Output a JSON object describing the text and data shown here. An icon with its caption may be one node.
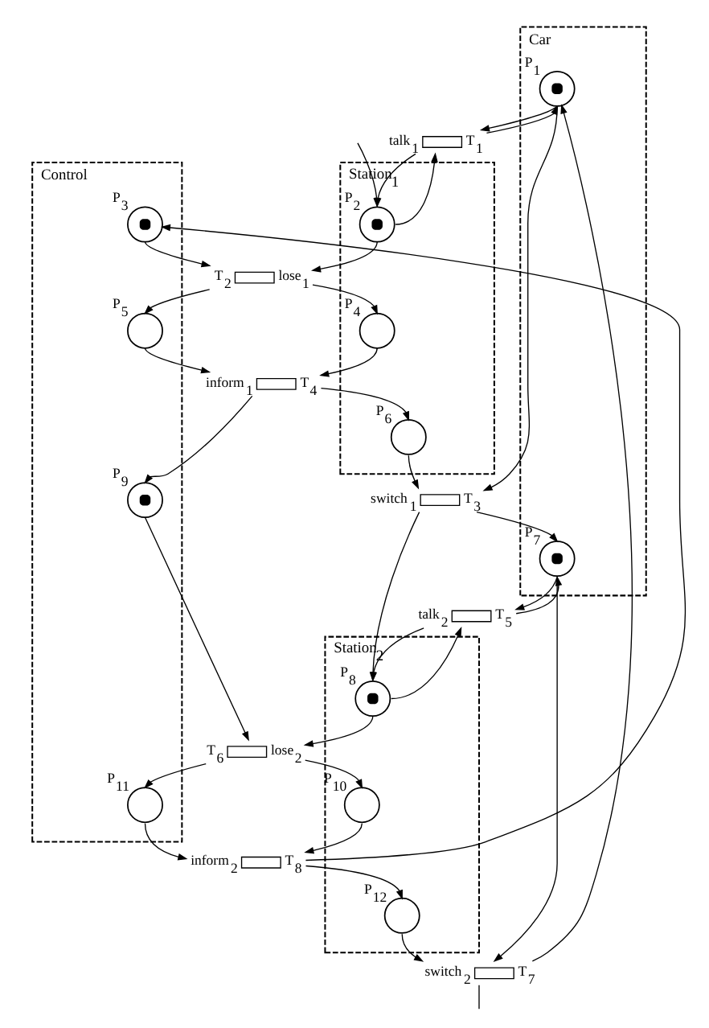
{
  "diagram": {
    "nodes": [
      {
        "text": [
          "Car"
        ]
      },
      {
        "text": [
          "Station$_{1}$"
        ]
      },
      {
        "text": [
          "Control"
        ]
      },
      {
        "text": [
          "Station$_{2}$"
        ]
      },
      {
        "text": [],
        "shape": "bullseye",
        "beside": [
          "P$_{1}$"
        ],
        "in": 0
      },
      {
        "text": [],
        "shape": "box",
        "beside": [
          "talk$_{1}$",
          "T$_{1}$"
        ]
      },
      {
        "text": [],
        "shape": "bullseye",
        "beside": [
          "P$_{2}$"
        ],
        "in": 1
      },
      {
        "text": [],
        "shape": "bullseye",
        "beside": [
          "P$_{3}$"
        ],
        "in": 2
      },
      {
        "text": [],
        "shape": "box",
        "beside": [
          "T$_{2}$",
          "lose$_{1}$"
        ]
      },
      {
        "text": [],
        "shape": "circle",
        "beside": [
          "P$_{4}$"
        ],
        "in": 1
      },
      {
        "text": [],
        "shape": "circle",
        "beside": [
          "P$_{5}$"
        ],
        "in": 2
      },
      {
        "text": [],
        "shape": "box",
        "beside": [
          "inform$_{1}$",
          "T$_{4}$"
        ]
      },
      {
        "text": [],
        "shape": "circle",
        "beside": [
          "P$_{6}$"
        ],
        "in": 1
      },
      {
        "text": [],
        "shape": "box",
        "beside": [
          "switch$_{1}$",
          "T$_{3}$"
        ]
      },
      {
        "text": [],
        "shape": "bullseye",
        "beside": [
          "P$_{9}$"
        ],
        "in": 2
      },
      {
        "text": [],
        "shape": "bullseye",
        "beside": [
          "P$_{7}$"
        ],
        "in": 0
      },
      {
        "text": [],
        "shape": "box",
        "beside": [
          "talk$_{2}$",
          "T$_{5}$"
        ]
      },
      {
        "text": [],
        "shape": "bullseye",
        "beside": [
          "P$_{8}$"
        ],
        "in": 3
      },
      {
        "text": [],
        "shape": "box",
        "beside": [
          "T$_{6}$",
          "lose$_{2}$"
        ]
      },
      {
        "text": [],
        "shape": "circle",
        "beside": [
          "P$_{10}$"
        ],
        "in": 3
      },
      {
        "text": [],
        "shape": "circle",
        "beside": [
          "P$_{11}$"
        ],
        "in": 2
      },
      {
        "text": [],
        "shape": "box",
        "beside": [
          "inform$_{2}$",
          "T$_{8}$"
        ]
      },
      {
        "text": [],
        "shape": "circle",
        "beside": [
          "P$_{12}$"
        ],
        "in": 3
      },
      {
        "text": [],
        "shape": "box",
        "beside": [
          "switch$_{2}$",
          "T$_{7}$"
        ]
      }
    ],
    "edges": [
      {
        "from": 5,
        "to": 4,
        "arrow": "to"
      },
      {
        "from": 5,
        "to": 6,
        "arrow": "to"
      },
      {
        "from": 4,
        "to": 5,
        "arrow": "to"
      },
      {
        "from": 6,
        "to": 5,
        "arrow": "to"
      },
      {
        "from": 6,
        "to": 8,
        "arrow": "to"
      },
      {
        "from": 7,
        "to": 8,
        "arrow": "to"
      },
      {
        "from": 8,
        "to": 9,
        "arrow": "to"
      },
      {
        "from": 8,
        "to": 10,
        "arrow": "to"
      },
      {
        "from": 9,
        "to": 11,
        "arrow": "to"
      },
      {
        "from": 10,
        "to": 11,
        "arrow": "to"
      },
      {
        "from": 11,
        "to": 12,
        "arrow": "to"
      },
      {
        "from": 11,
        "to": 14,
        "arrow": "to"
      },
      {
        "from": 4,
        "to": 13,
        "arrow": "to"
      },
      {
        "from": 12,
        "to": 13,
        "arrow": "to"
      },
      {
        "from": 13,
        "to": 15,
        "arrow": "to"
      },
      {
        "from": 13,
        "to": 17,
        "arrow": "to"
      },
      {
        "from": 16,
        "to": 15,
        "arrow": "to"
      },
      {
        "from": 16,
        "to": 17,
        "arrow": "to"
      },
      {
        "from": 15,
        "to": 16,
        "arrow": "to"
      },
      {
        "from": 17,
        "to": 16,
        "arrow": "to"
      },
      {
        "from": 17,
        "to": 18,
        "arrow": "to"
      },
      {
        "from": 14,
        "to": 18,
        "arrow": "to"
      },
      {
        "from": 18,
        "to": 19,
        "arrow": "to"
      },
      {
        "from": 18,
        "to": 20,
        "arrow": "to"
      },
      {
        "from": 19,
        "to": 21,
        "arrow": "to"
      },
      {
        "from": 20,
        "to": 21,
        "arrow": "to"
      },
      {
        "from": 21,
        "to": 22,
        "arrow": "to"
      },
      {
        "from": 15,
        "to": 23,
        "arrow": "to"
      },
      {
        "from": 22,
        "to": 23,
        "arrow": "to"
      },
      {
        "from": 23,
        "to": 4,
        "arrow": "to"
      },
      {
        "from": 21,
        "to": 7,
        "arrow": "to"
      },
      {
        "from": 23,
        "to": null,
        "arrow": "none"
      },
      {
        "from": null,
        "to": 6,
        "arrow": "to"
      }
    ]
  }
}
